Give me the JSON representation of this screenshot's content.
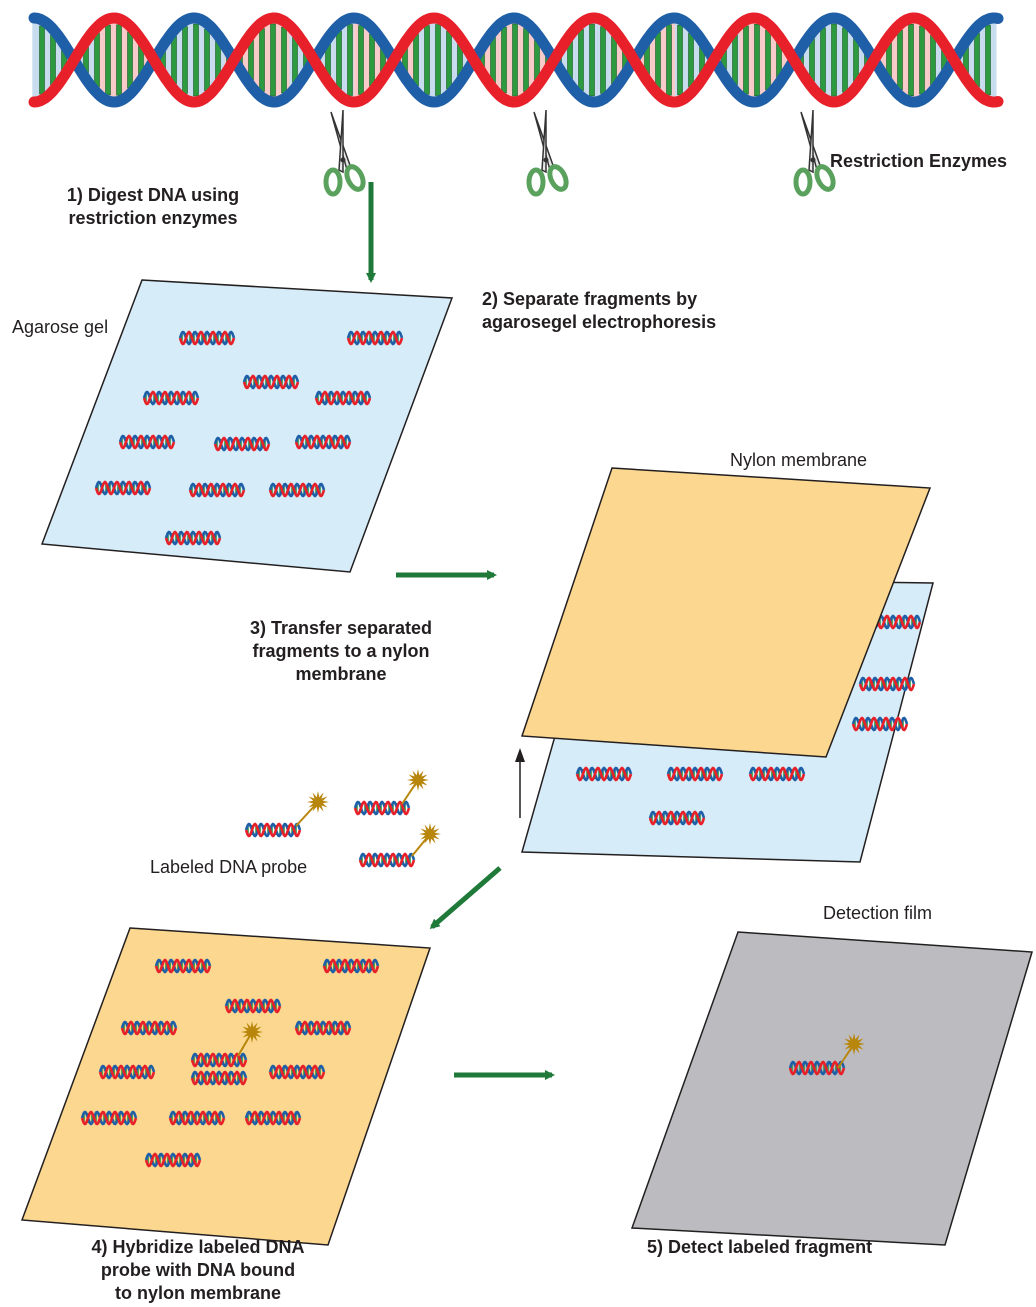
{
  "labels": {
    "restriction_enzymes": "Restriction Enzymes",
    "step1": [
      "1) Digest DNA using",
      "restriction enzymes"
    ],
    "agarose_gel": "Agarose gel",
    "step2": [
      "2) Separate fragments by",
      "agarosegel electrophoresis"
    ],
    "nylon_membrane": "Nylon membrane",
    "step3": [
      "3) Transfer separated",
      "fragments to a nylon",
      "membrane"
    ],
    "labeled_probe": "Labeled DNA probe",
    "detection_film": "Detection film",
    "step4": [
      "4) Hybridize labeled DNA",
      "probe with DNA bound",
      "to nylon membrane"
    ],
    "step5": "5) Detect labeled fragment"
  },
  "colors": {
    "strand_red": "#e8202a",
    "strand_blue": "#1f5fa8",
    "rung_green": "#2e9a3f",
    "ribbon_pink": "#f4a3a0",
    "ribbon_lightblue": "#9ec3e3",
    "gel": "#d6ecf8",
    "nylon": "#fbd78f",
    "film": "#bcbcc0",
    "arrow_green": "#1f7a3a",
    "probe_label": "#b8860b",
    "scissors_green": "#5aa15e"
  },
  "icons": {
    "scissors": "scissors-icon",
    "dna": "dna-fragment-icon",
    "probe": "probe-label-icon"
  }
}
